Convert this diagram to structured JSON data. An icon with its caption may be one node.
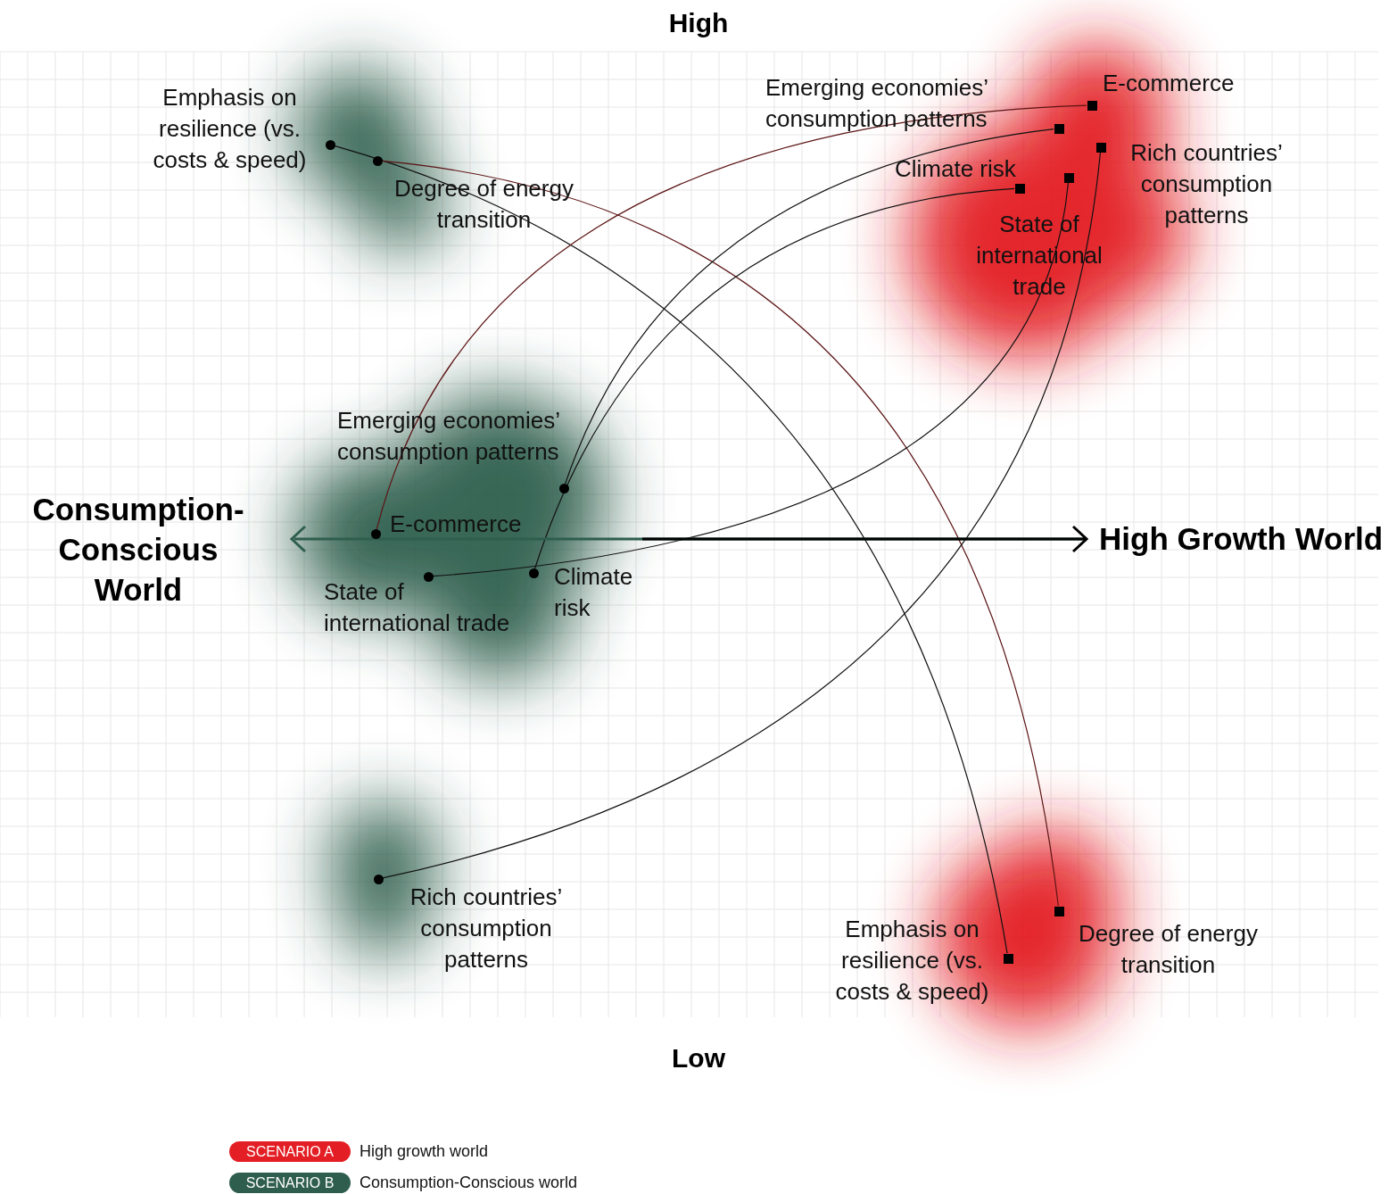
{
  "diagram": {
    "nodes": [
      {
        "text": [],
        "shape": "circle",
        "beside": [
          "Emphasis on resilience (vs. costs & speed)"
        ]
      },
      {
        "text": [],
        "shape": "circle",
        "beside": [
          "Degree of energy transition"
        ]
      },
      {
        "text": [],
        "shape": "circle",
        "beside": [
          "Emerging economies’ consumption patterns"
        ]
      },
      {
        "text": [],
        "shape": "circle",
        "beside": [
          "E-commerce"
        ]
      },
      {
        "text": [],
        "shape": "circle",
        "beside": [
          "State of international trade"
        ]
      },
      {
        "text": [],
        "shape": "circle",
        "beside": [
          "Climate risk"
        ]
      },
      {
        "text": [],
        "shape": "circle",
        "beside": [
          "Rich countries’ consumption patterns"
        ]
      },
      {
        "text": [],
        "shape": "box",
        "beside": [
          "E-commerce"
        ]
      },
      {
        "text": [],
        "shape": "box",
        "beside": [
          "Emerging economies’ consumption patterns"
        ]
      },
      {
        "text": [],
        "shape": "box",
        "beside": [
          "Rich countries’ consumption patterns"
        ]
      },
      {
        "text": [],
        "shape": "box",
        "beside": [
          "Climate risk"
        ]
      },
      {
        "text": [],
        "shape": "box",
        "beside": [
          "State of international trade"
        ]
      },
      {
        "text": [],
        "shape": "box",
        "beside": [
          "Emphasis on resilience (vs. costs & speed)"
        ]
      },
      {
        "text": [],
        "shape": "box",
        "beside": [
          "Degree of energy transition"
        ]
      }
    ],
    "edges": [
      {
        "from": 0,
        "to": 12,
        "arrow": "none"
      },
      {
        "from": 1,
        "to": 13,
        "arrow": "none",
        "color": "#5c1414"
      },
      {
        "from": 3,
        "to": 7,
        "arrow": "none",
        "color": "#5c1414"
      },
      {
        "from": 2,
        "to": 8,
        "arrow": "none"
      },
      {
        "from": 5,
        "to": 10,
        "arrow": "none"
      },
      {
        "from": 4,
        "to": 11,
        "arrow": "none"
      },
      {
        "from": 6,
        "to": 9,
        "arrow": "none"
      }
    ],
    "labels": [
      "High",
      "Consumption-Conscious World",
      "High Growth World",
      "Low",
      "SCENARIO A",
      "SCENARIO B"
    ],
    "legend": [
      {
        "text": "High growth world",
        "color": "#e31e24"
      },
      {
        "text": "Consumption-Conscious world",
        "color": "#2f5e4e"
      }
    ]
  }
}
